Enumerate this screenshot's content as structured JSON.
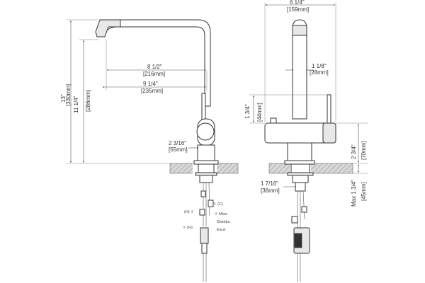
{
  "dimensions": {
    "total_height_in": "13\"",
    "total_height_mm": "[330mm]",
    "spout_height_in": "11 1/4\"",
    "spout_height_mm": "[286mm]",
    "reach_in": "8 1/2\"",
    "reach_mm": "[216mm]",
    "overall_reach_in": "9 1/4\"",
    "overall_reach_mm": "[235mm]",
    "base_dia_in": "2 3/16\"",
    "base_dia_mm": "[55mm]",
    "width_in": "6 1/4\"",
    "width_mm": "[159mm]",
    "spout_dia_in": "1 1/8\"",
    "spout_dia_mm": "[28mm]",
    "handle_height_in": "1 3/4\"",
    "handle_height_mm": "[44mm]",
    "base_height_in": "2 3/4\"",
    "base_height_mm": "[70mm]",
    "shank_dia_in": "1 7/16\"",
    "shank_dia_mm": "[36mm]",
    "deck_thickness_in": "Max 1 3/4\"",
    "deck_thickness_mm": "[45mm]"
  },
  "hose_labels": [
    "⇧ (C)",
    "(H) ⇧",
    "⇧ Mixe",
    "Distribu",
    "⇩ (H)",
    "Eaux"
  ],
  "colors": {
    "line": "#555555",
    "body": "#333333"
  }
}
